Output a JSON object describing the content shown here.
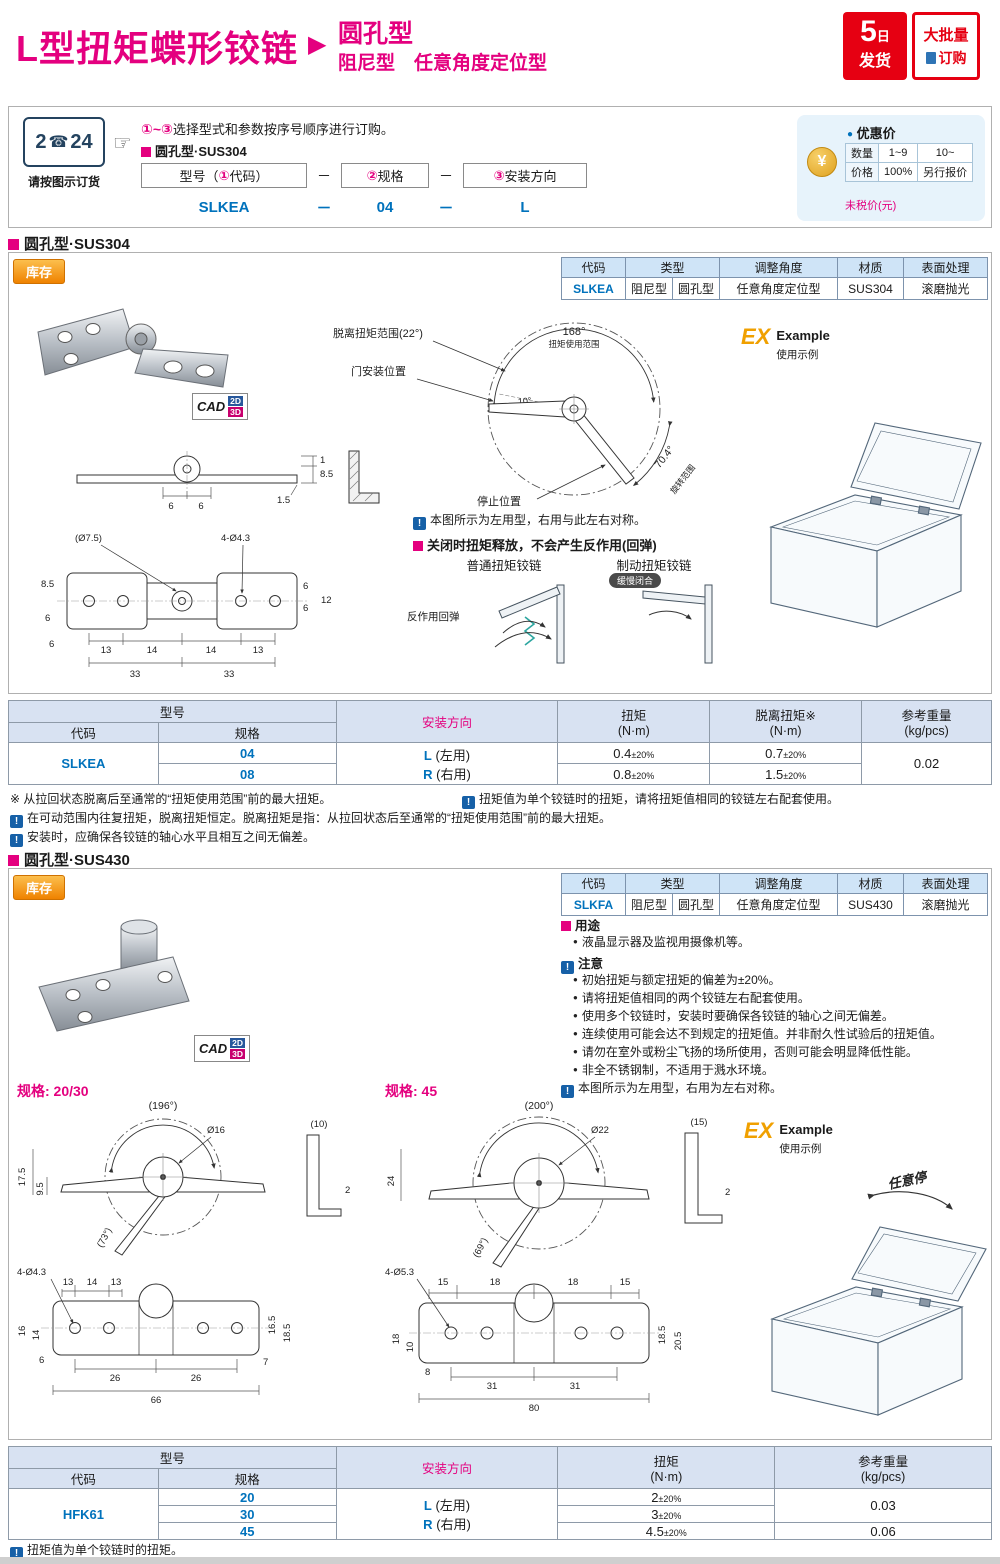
{
  "colors": {
    "magenta": "#e4007f",
    "blue": "#0072bc",
    "red": "#e60012",
    "orange_badge": "#ef8200",
    "gold": "#dfa11f",
    "table_header_bg": "#d8e2f2",
    "spec_header_bg": "#cfe4f7"
  },
  "icons": {
    "phone": "☎",
    "pointer": "☞",
    "dot": "●",
    "info": "!",
    "yen": "¥"
  },
  "header": {
    "title": "L型扭矩蝶形铰链",
    "arrow": "▶",
    "type_top": "圆孔型",
    "type_bottom": "阻尼型　任意角度定位型",
    "ship_num": "5",
    "ship_day": "日",
    "ship_text": "发货",
    "bulk_top": "大批量",
    "bulk_bottom": "订购"
  },
  "order": {
    "phone_left": "2",
    "phone_right": "24",
    "phone_caption": "请按图示订货",
    "instr_prefix": "①~③",
    "instr_text": "选择型式和参数按序号顺序进行订购。",
    "subtype": "圆孔型·SUS304",
    "f_model_a": "型号（",
    "f_model_n": "①",
    "f_model_b": "代码）",
    "f_spec_n": "②",
    "f_spec_t": "规格",
    "f_dir_n": "③",
    "f_dir_t": "安装方向",
    "dash": "－",
    "ex_code": "SLKEA",
    "ex_spec": "04",
    "ex_dir": "L",
    "price_title": "优惠价",
    "qty_label": "数量",
    "qty_1": "1~9",
    "qty_2": "10~",
    "price_label": "价格",
    "price_1": "100%",
    "price_2": "另行报价",
    "tax_note": "未税价(元)"
  },
  "s1": {
    "title": "圆孔型·SUS304",
    "stock": "库存",
    "cad": "CAD",
    "cad2d": "2D",
    "cad3d": "3D",
    "t_code": "代码",
    "t_type": "类型",
    "t_angle": "调整角度",
    "t_mat": "材质",
    "t_fin": "表面处理",
    "v_code": "SLKEA",
    "v_type1": "阻尼型",
    "v_type2": "圆孔型",
    "v_angle": "任意角度定位型",
    "v_mat": "SUS304",
    "v_fin": "滚磨抛光",
    "dg": {
      "release": "脱离扭矩范围(22°)",
      "door": "门安装位置",
      "stop": "停止位置",
      "a168": "168°",
      "use_range": "扭矩使用范围",
      "a10": "10°",
      "a704": "70.4°",
      "rot": "旋转范围"
    },
    "sv": {
      "d1": "1",
      "d85": "8.5",
      "d15": "1.5",
      "d6a": "6",
      "d6b": "6"
    },
    "pv": {
      "dia": "(Ø7.5)",
      "holes": "4-Ø4.3",
      "d85": "8.5",
      "d6l": "6",
      "d6a": "6",
      "d6b": "6",
      "d12": "12",
      "d13a": "13",
      "d14a": "14",
      "d14b": "14",
      "d13b": "13",
      "d33a": "33",
      "d33b": "33",
      "d6c": "6"
    },
    "ex": "EX",
    "example": "Example",
    "usage": "使用示例",
    "note_mirror": "本图所示为左用型，右用与此左右对称。",
    "release_note": "关闭时扭矩释放，不会产生反作用(回弹)",
    "normal": "普通扭矩铰链",
    "brake": "制动扭矩铰链",
    "rebound": "反作用回弹",
    "close_badge": "缓慢闭合"
  },
  "t1": {
    "h_model": "型号",
    "h_code": "代码",
    "h_spec": "规格",
    "h_dir": "安装方向",
    "h_torque": "扭矩",
    "h_nm": "(N·m)",
    "h_release": "脱离扭矩※",
    "h_nm2": "(N·m)",
    "h_weight": "参考重量",
    "h_kg": "(kg/pcs)",
    "code": "SLKEA",
    "spec0": "04",
    "spec1": "08",
    "dirL": "L",
    "dirLt": "(左用)",
    "dirR": "R",
    "dirRt": "(右用)",
    "tq0": "0.4",
    "tq1": "0.8",
    "rl0": "0.7",
    "rl1": "1.5",
    "tol": "±20%",
    "weight": "0.02"
  },
  "n1": {
    "a": "※ 从拉回状态脱离后至通常的“扭矩使用范围”前的最大扭矩。",
    "b": "扭矩值为单个铰链时的扭矩，请将扭矩值相同的铰链左右配套使用。",
    "c": "在可动范围内往复扭矩，脱离扭矩恒定。脱离扭矩是指：从拉回状态后至通常的“扭矩使用范围”前的最大扭矩。",
    "d": "安装时，应确保各铰链的轴心水平且相互之间无偏差。"
  },
  "s2": {
    "title": "圆孔型·SUS430",
    "stock": "库存",
    "cad": "CAD",
    "cad2d": "2D",
    "cad3d": "3D",
    "t_code": "代码",
    "t_type": "类型",
    "t_angle": "调整角度",
    "t_mat": "材质",
    "t_fin": "表面处理",
    "v_code": "SLKFA",
    "v_type1": "阻尼型",
    "v_type2": "圆孔型",
    "v_angle": "任意角度定位型",
    "v_mat": "SUS430",
    "v_fin": "滚磨抛光",
    "use_title": "用途",
    "use_item": "液晶显示器及监视用摄像机等。",
    "caution_title": "注意",
    "c0": "初始扭矩与额定扭矩的偏差为±20%。",
    "c1": "请将扭矩值相同的两个铰链左右配套使用。",
    "c2": "使用多个铰链时，安装时要确保各铰链的轴心之间无偏差。",
    "c3": "连续使用可能会达不到规定的扭矩值。并非耐久性试验后的扭矩值。",
    "c4": "请勿在室外或粉尘飞扬的场所使用，否则可能会明显降低性能。",
    "c5": "非全不锈钢制，不适用于溅水环境。",
    "note_mirror": "本图所示为左用型，右用为左右对称。",
    "spec2030": "规格: 20/30",
    "spec45": "规格: 45",
    "dA": {
      "a196": "(196°)",
      "dia16": "Ø16",
      "d10": "(10)",
      "d175": "17.5",
      "d95": "9.5",
      "a73": "(73°)",
      "d2": "2",
      "holes": "4-Ø4.3",
      "d13a": "13",
      "d14": "14",
      "d13b": "13",
      "d16": "16",
      "d14l": "14",
      "d6": "6",
      "d26a": "26",
      "d26b": "26",
      "d66": "66",
      "d165": "16.5",
      "d185": "18.5",
      "d7": "7"
    },
    "dB": {
      "a200": "(200°)",
      "dia22": "Ø22",
      "d15": "(15)",
      "d24": "24",
      "a69": "(69°)",
      "d2": "2",
      "d15a": "15",
      "d18a": "18",
      "d18b": "18",
      "d15b": "15",
      "holes": "4-Ø5.3",
      "d18l": "18",
      "d10l": "10",
      "d8": "8",
      "d31a": "31",
      "d31b": "31",
      "d80": "80",
      "d185": "18.5",
      "d205": "20.5"
    },
    "ex": "EX",
    "example": "Example",
    "usage": "使用示例",
    "stop": "任意停"
  },
  "t2": {
    "h_model": "型号",
    "h_code": "代码",
    "h_spec": "规格",
    "h_dir": "安装方向",
    "h_torque": "扭矩",
    "h_nm": "(N·m)",
    "h_weight": "参考重量",
    "h_kg": "(kg/pcs)",
    "code": "HFK61",
    "spec0": "20",
    "spec1": "30",
    "spec2": "45",
    "dirL": "L",
    "dirLt": "(左用)",
    "dirR": "R",
    "dirRt": "(右用)",
    "tq0": "2",
    "tq1": "3",
    "tq2": "4.5",
    "tol": "±20%",
    "w01": "0.03",
    "w2": "0.06"
  },
  "footer": {
    "note": "扭矩值为单个铰链时的扭矩。"
  }
}
